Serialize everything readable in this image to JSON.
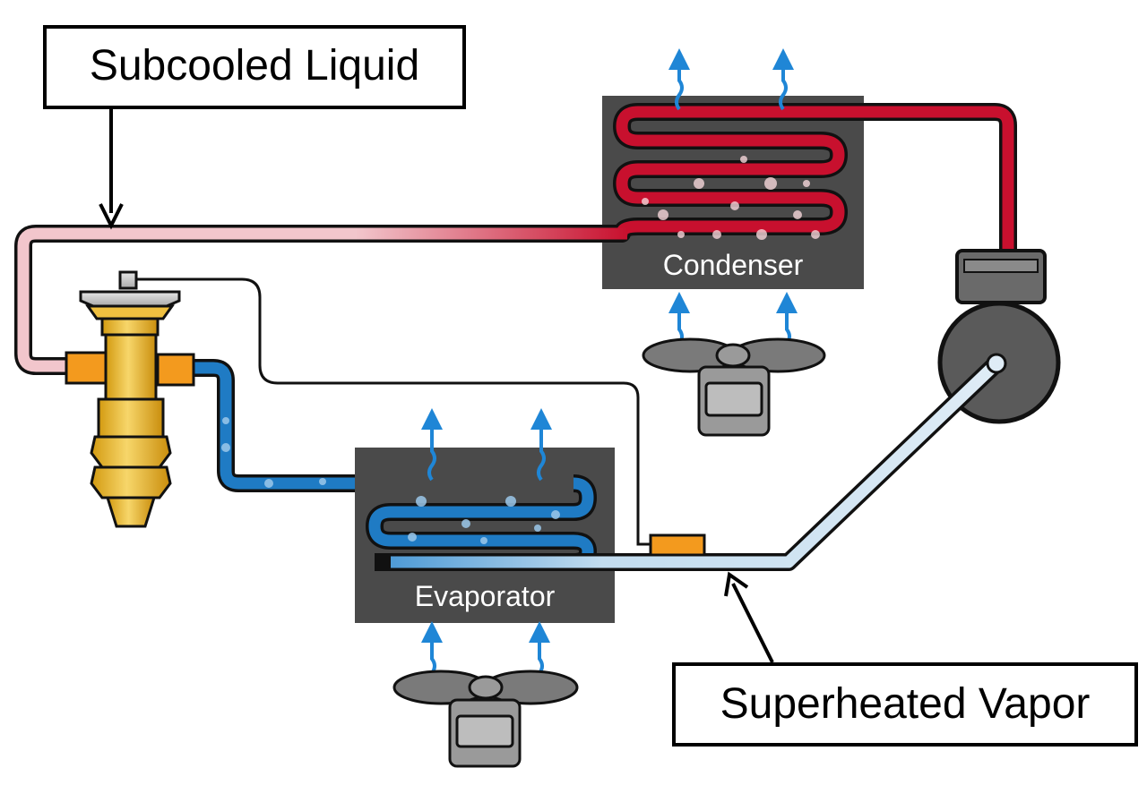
{
  "callouts": {
    "subcooled_liquid": "Subcooled Liquid",
    "superheated_vapor": "Superheated Vapor"
  },
  "components": {
    "condenser": "Condenser",
    "evaporator": "Evaporator"
  },
  "colors": {
    "hot_line": "#c8102e",
    "liquid_line_start": "#f2c6cc",
    "cold_line": "#1f7bc4",
    "suction_line": "#cfe3f1",
    "unit_housing": "#4a4a4a",
    "valve_brass": "#f0c040",
    "valve_port": "#f39a1e",
    "air_arrow": "#1f86d6",
    "fan": "#7a7a7a"
  },
  "icons": {
    "valve": "expansion-valve-icon",
    "compressor": "compressor-icon",
    "fan": "fan-icon",
    "air_flow": "air-flow-arrow-icon",
    "sensing_bulb": "sensing-bulb-icon"
  }
}
